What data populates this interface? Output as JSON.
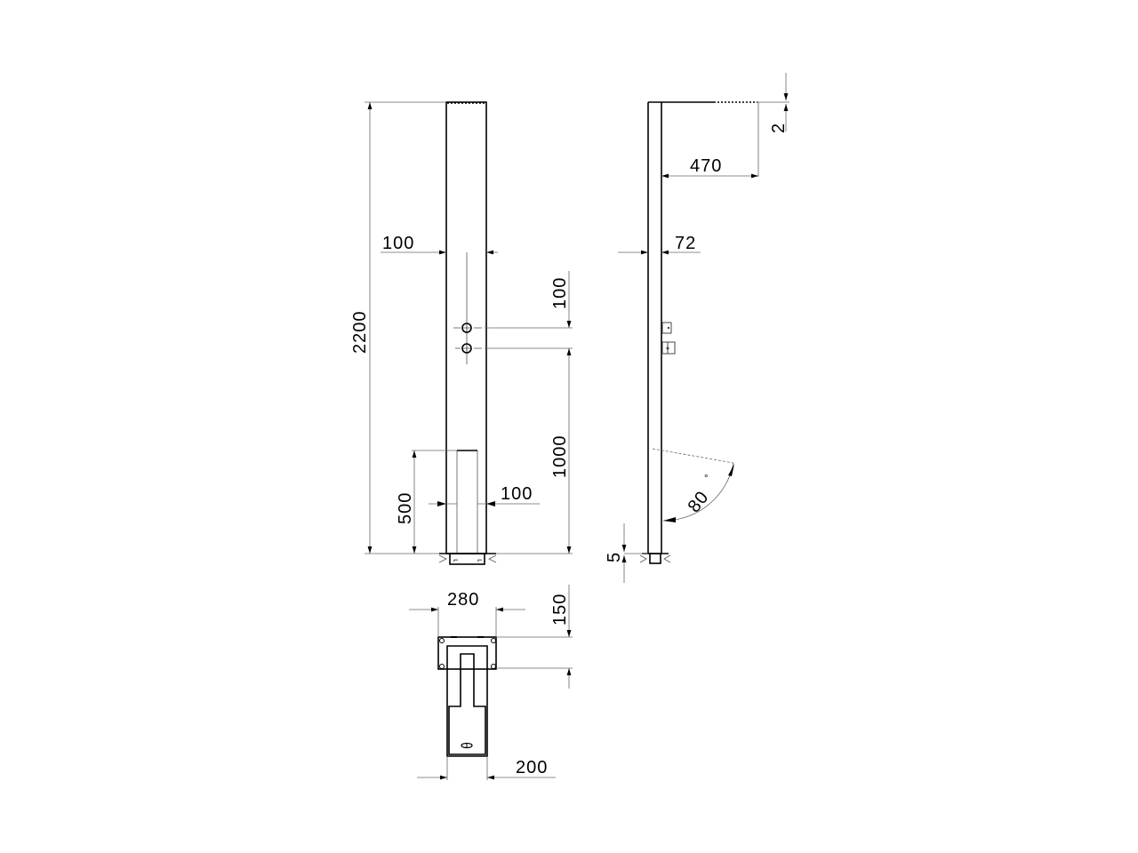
{
  "drawing": {
    "type": "technical-dimension-drawing",
    "views": {
      "front": {
        "dimensions": {
          "total_height": "2200",
          "column_width": "100",
          "valve_spacing": "100",
          "valve_height": "1000",
          "niche_height": "500",
          "niche_width": "100"
        }
      },
      "side": {
        "dimensions": {
          "head_thickness": "2",
          "head_projection": "470",
          "column_depth": "72",
          "rotation_angle": "80",
          "rotation_unit": "°",
          "base_offset": "5"
        }
      },
      "plan": {
        "dimensions": {
          "base_width": "280",
          "base_depth": "150",
          "tray_width": "200"
        }
      }
    }
  }
}
